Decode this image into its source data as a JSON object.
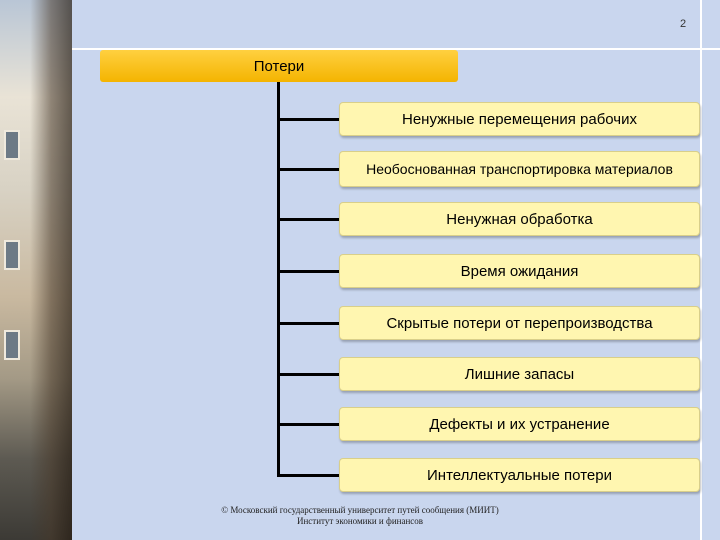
{
  "page_number": "2",
  "root": "Потери",
  "items": [
    "Ненужные перемещения рабочих",
    "Необоснованная транспортировка материалов",
    "Ненужная обработка",
    "Время ожидания",
    "Скрытые потери от перепроизводства",
    "Лишние запасы",
    "Дефекты и их устранение",
    "Интеллектуальные потери"
  ],
  "footer": {
    "line1": "© Московский государственный университет путей сообщения (МИИТ)",
    "line2": "Институт экономики и финансов"
  },
  "colors": {
    "root_fill": "#f4b400",
    "box_fill": "#fff6b0",
    "background": "#c9d6ee"
  }
}
